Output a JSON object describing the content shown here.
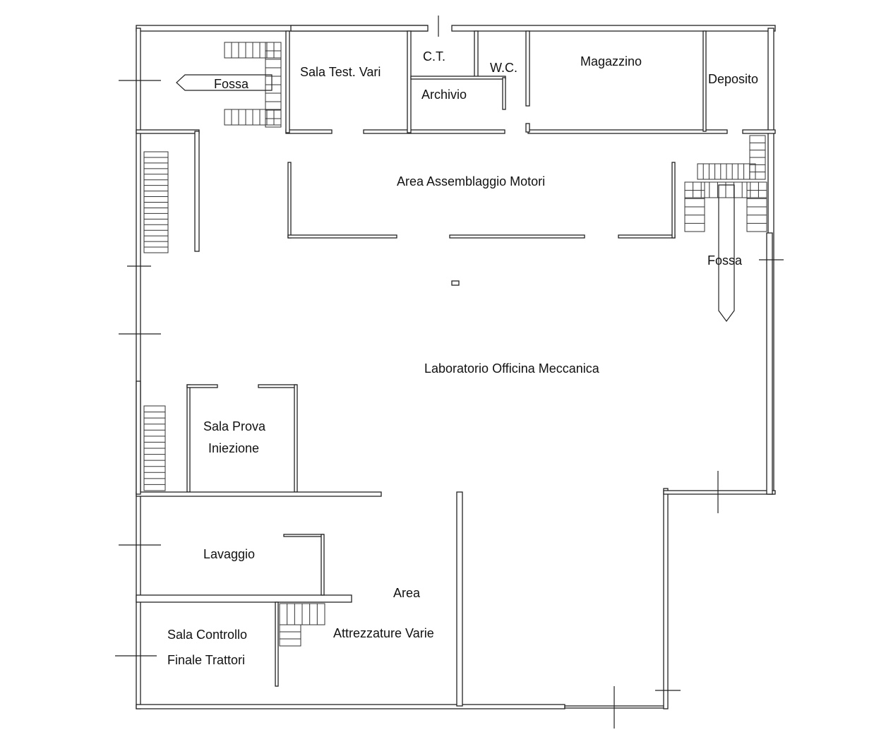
{
  "title": "Pianta Laboratorio Officina Meccanica",
  "rooms": {
    "fossa_left": "Fossa",
    "sala_test": "Sala Test. Vari",
    "ct": "C.T.",
    "wc": "W.C.",
    "archivio": "Archivio",
    "magazzino": "Magazzino",
    "deposito": "Deposito",
    "assemblaggio": "Area Assemblaggio Motori",
    "fossa_right": "Fossa",
    "laboratorio": "Laboratorio Officina Meccanica",
    "sala_prova_1": "Sala Prova",
    "sala_prova_2": "Iniezione",
    "lavaggio": "Lavaggio",
    "area_1": "Area",
    "area_2": "Attrezzature Varie",
    "controllo_1": "Sala Controllo",
    "controllo_2": "Finale Trattori"
  }
}
